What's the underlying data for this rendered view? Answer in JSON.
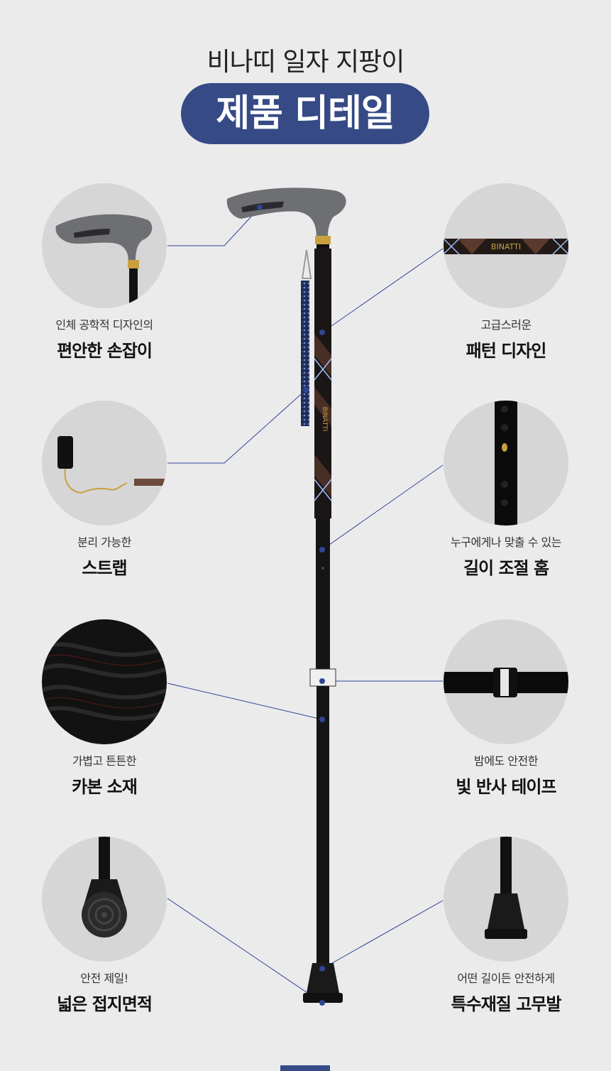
{
  "header": {
    "subtitle": "비나띠 일자 지팡이",
    "title": "제품 디테일"
  },
  "features": [
    {
      "small": "인체 공학적 디자인의",
      "big": "편안한 손잡이"
    },
    {
      "small": "고급스러운",
      "big": "패턴 디자인"
    },
    {
      "small": "분리 가능한",
      "big": "스트랩"
    },
    {
      "small": "누구에게나 맞출 수 있는",
      "big": "길이 조절 홈"
    },
    {
      "small": "가볍고 튼튼한",
      "big": "카본 소재"
    },
    {
      "small": "밤에도 안전한",
      "big": "빛 반사 테이프"
    },
    {
      "small": "안전 제일!",
      "big": "넓은 접지면적"
    },
    {
      "small": "어떤 길이든 안전하게",
      "big": "특수재질 고무발"
    }
  ],
  "cane": {
    "brand_text": "BINATTI"
  },
  "colors": {
    "accent": "#364a86",
    "background": "#ebebec",
    "circle": "#d6d6d7",
    "line": "#2f4595"
  }
}
